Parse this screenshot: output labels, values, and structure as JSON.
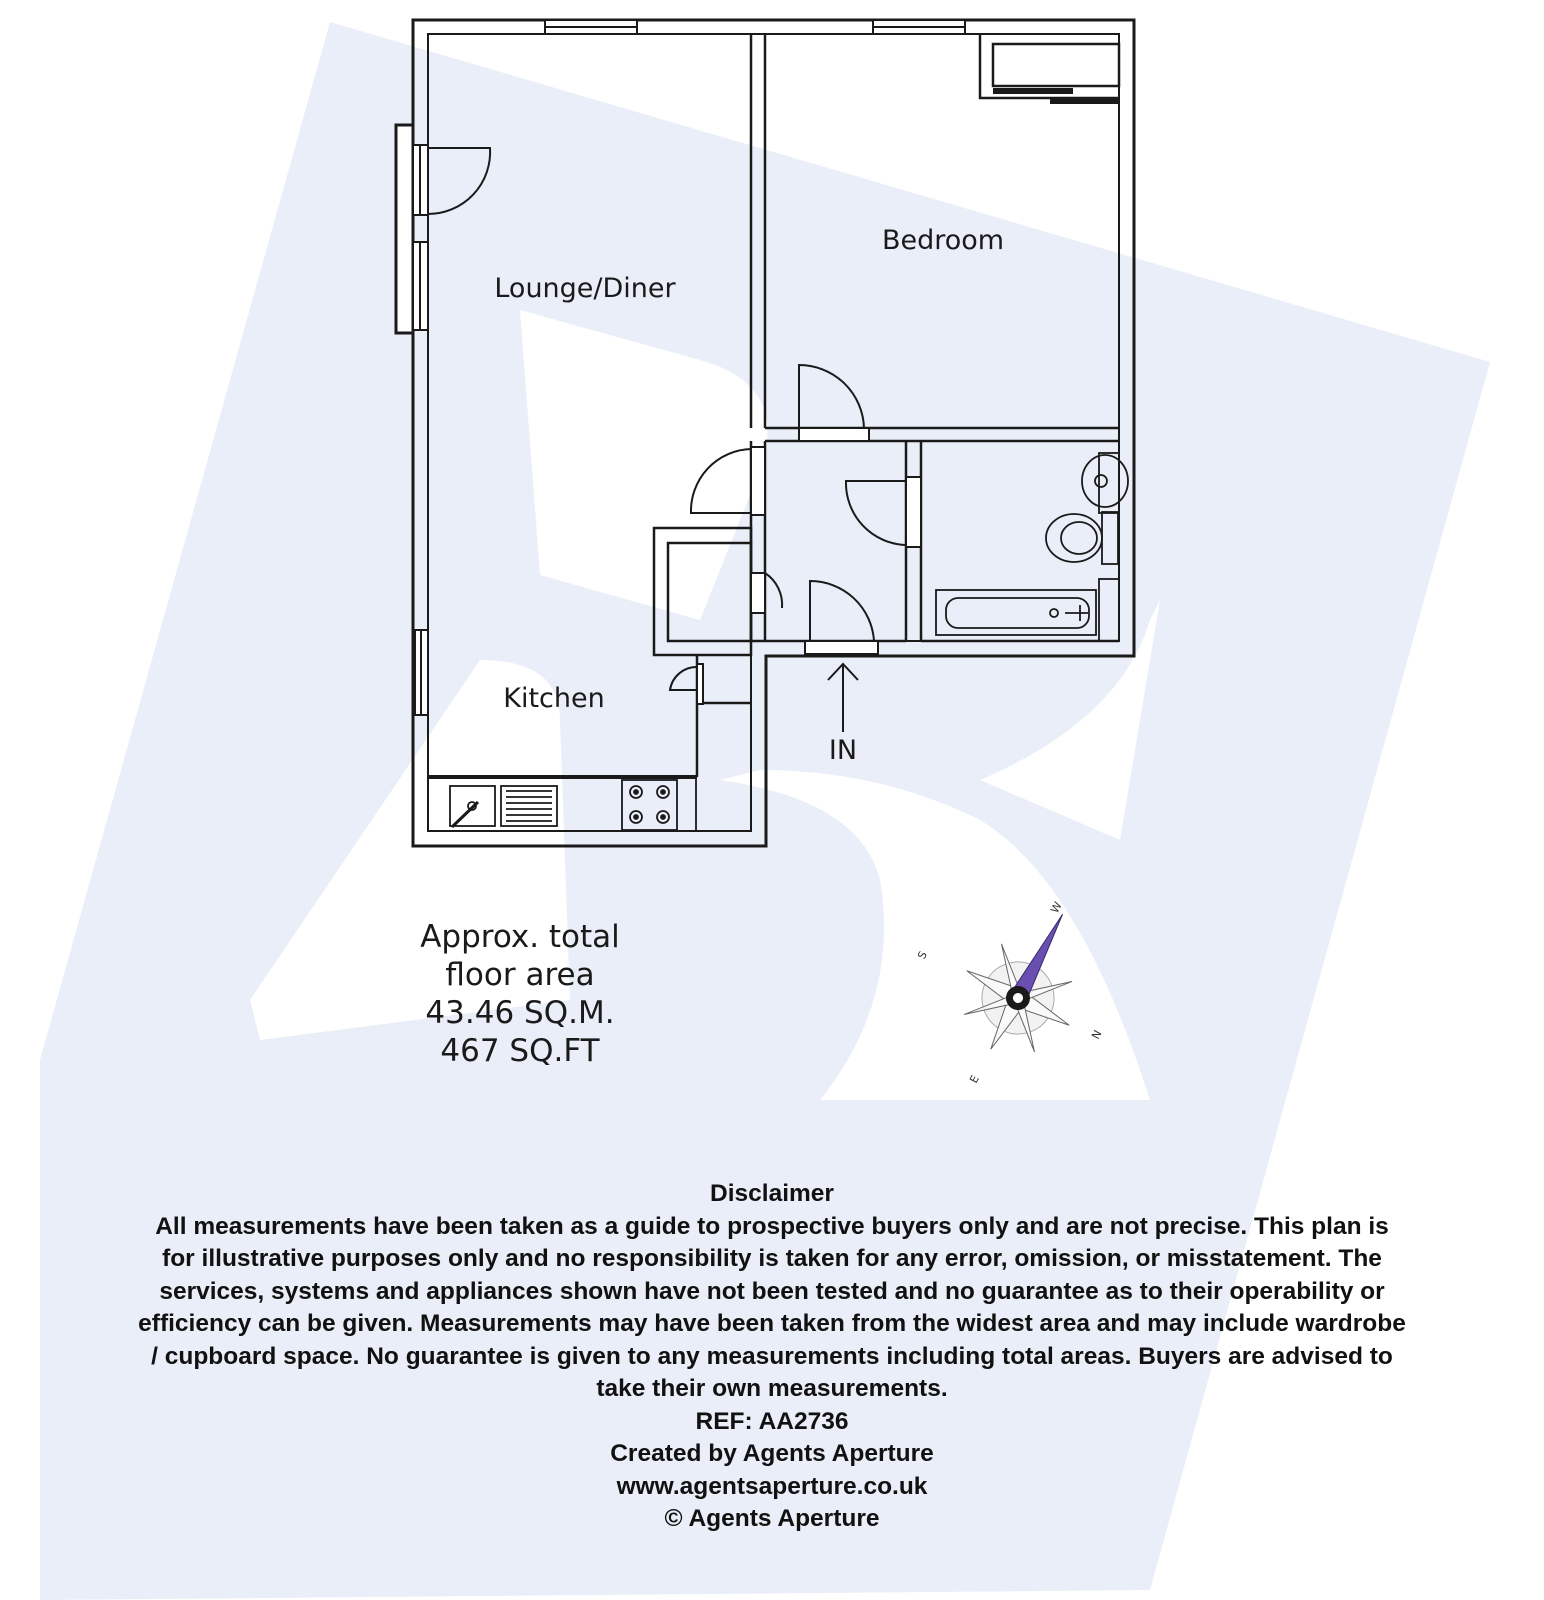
{
  "rooms": {
    "lounge": "Lounge/Diner",
    "bedroom": "Bedroom",
    "kitchen": "Kitchen"
  },
  "entrance_label": "IN",
  "area": {
    "line1": "Approx. total",
    "line2": "floor area",
    "sqm": "43.46 SQ.M.",
    "sqft": "467 SQ.FT"
  },
  "compass": {
    "n": "N",
    "s": "S",
    "e": "E",
    "w": "W"
  },
  "disclaimer": {
    "heading": "Disclaimer",
    "lines": [
      "All measurements have been taken as a guide to prospective buyers only and are not precise. This plan is",
      "for illustrative purposes only and no responsibility is taken for any error, omission, or misstatement. The",
      "services, systems and appliances shown have not been tested and no guarantee as to their operability or",
      "efficiency can be given. Measurements may have been taken from the widest area and may include wardrobe",
      "/ cupboard space. No guarantee is given to any measurements including total areas. Buyers are advised to",
      "take their own measurements."
    ],
    "ref": "REF: AA2736",
    "created_by": "Created by Agents Aperture",
    "website": "www.agentsaperture.co.uk",
    "copyright": "© Agents Aperture"
  },
  "colors": {
    "watermark": "#e9eef8",
    "wall": "#1a1a1a",
    "compass_accent": "#6a4fb0"
  }
}
